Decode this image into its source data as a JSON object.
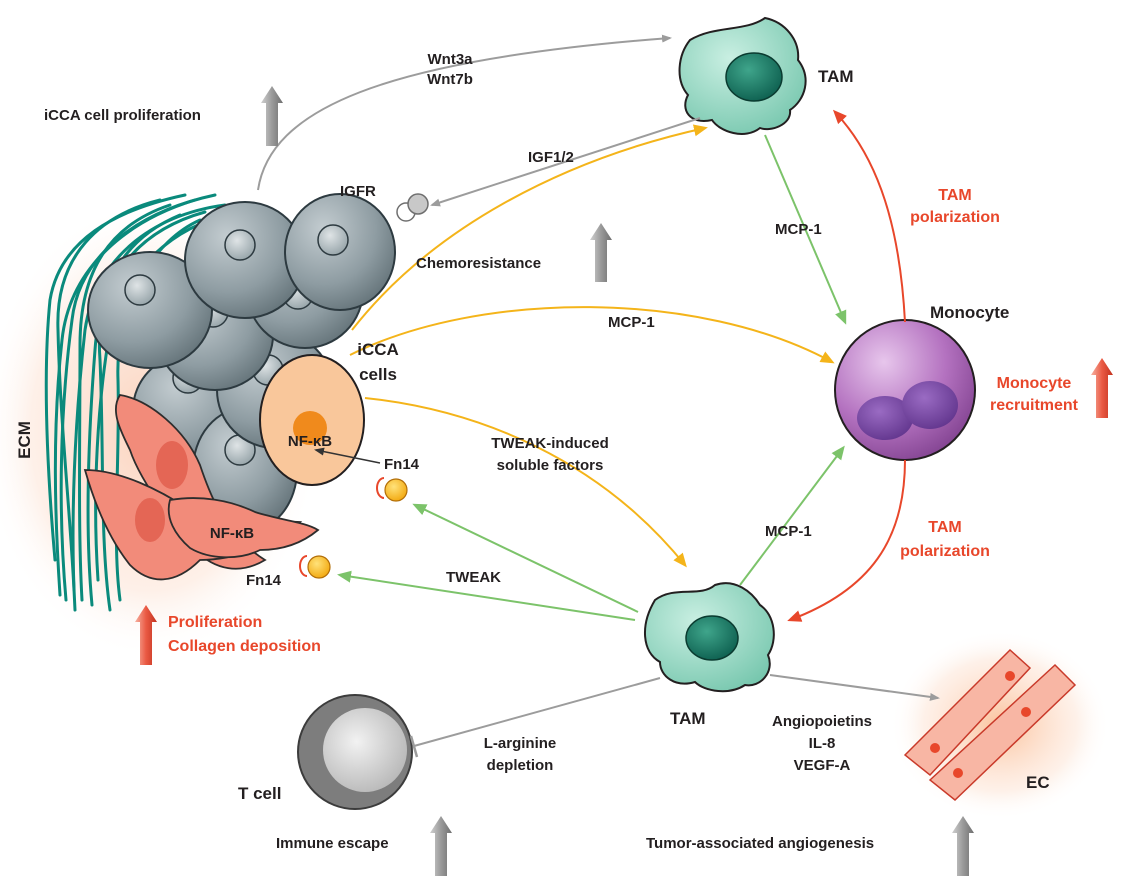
{
  "colors": {
    "tam_fill": "#8fd6c0",
    "tam_nucleus": "#1e7a66",
    "gray_cell": "#8a9aa0",
    "icca_orange_cell": "#f9c79b",
    "nfkb_nucleus": "#f08a1c",
    "fibroblast": "#f28b7a",
    "monocyte": "#a462b1",
    "ecm_fiber": "#0a8a7c",
    "arrow_gray": "#9c9c9c",
    "arrow_yellow": "#f4b41a",
    "arrow_green": "#7cc36a",
    "arrow_red": "#e8472b",
    "text_red": "#e8472b"
  },
  "labels": {
    "tam_top": "TAM",
    "tam_bottom": "TAM",
    "monocyte": "Monocyte",
    "icca_cells_line1": "iCCA",
    "icca_cells_line2": "cells",
    "ecm": "ECM",
    "t_cell": "T cell",
    "ec": "EC",
    "igfr": "IGFR",
    "fn14_upper": "Fn14",
    "fn14_lower": "Fn14",
    "nfkb_tumor": "NF-κB",
    "nfkb_fibro": "NF-κB"
  },
  "arrows": {
    "wnt_line1": "Wnt3a",
    "wnt_line2": "Wnt7b",
    "igf": "IGF1/2",
    "mcp1_tam_monocyte": "MCP-1",
    "mcp1_icca_monocyte": "MCP-1",
    "mcp1_tam_bottom": "MCP-1",
    "tweak_soluble_line1": "TWEAK-induced",
    "tweak_soluble_line2": "soluble factors",
    "tweak": "TWEAK",
    "tam_polarization_top_line1": "TAM",
    "tam_polarization_top_line2": "polarization",
    "tam_polarization_bottom_line1": "TAM",
    "tam_polarization_bottom_line2": "polarization",
    "angio_line1": "Angiopoietins",
    "angio_line2": "IL-8",
    "angio_line3": "VEGF-A",
    "larg_line1": "L-arginine",
    "larg_line2": "depletion"
  },
  "outcomes": {
    "proliferation": "iCCA cell proliferation",
    "chemoresistance": "Chemoresistance",
    "monocyte_recruitment_line1": "Monocyte",
    "monocyte_recruitment_line2": "recruitment",
    "fibro_line1": "Proliferation",
    "fibro_line2": "Collagen deposition",
    "immune_escape": "Immune escape",
    "angiogenesis": "Tumor-associated angiogenesis"
  }
}
